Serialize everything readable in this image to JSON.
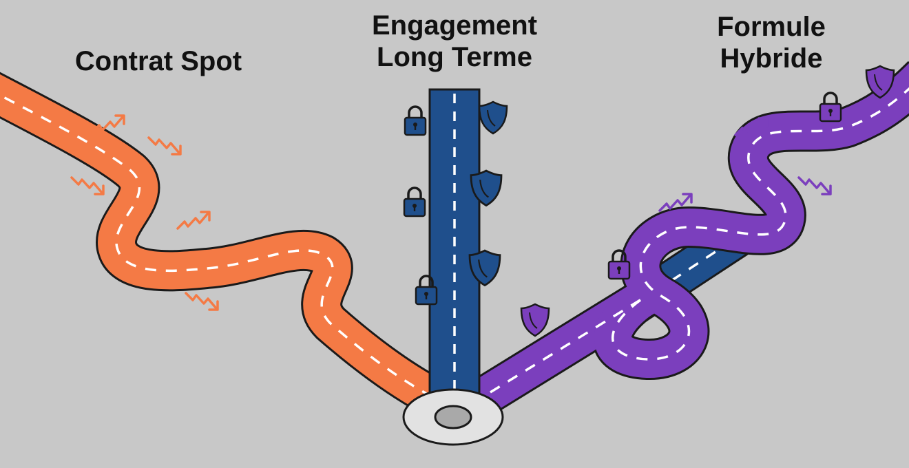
{
  "labels": {
    "spot": "Contrat Spot",
    "long_term_line1": "Engagement",
    "long_term_line2": "Long Terme",
    "hybrid_line1": "Formule",
    "hybrid_line2": "Hybride"
  },
  "colors": {
    "background": "#c8c8c8",
    "spot_road": "#f47a45",
    "long_term_road": "#1f4f8c",
    "hybrid_road": "#7b3fbd",
    "lane_marking": "#ffffff",
    "outline": "#1a1a1a",
    "hub": "#e2e2e2"
  },
  "icons": {
    "spot_road": [
      "arrow-up-icon",
      "arrow-down-icon",
      "arrow-down-icon",
      "arrow-up-icon",
      "arrow-down-icon"
    ],
    "long_term_road": [
      "lock-icon",
      "shield-icon",
      "lock-icon",
      "shield-icon",
      "shield-icon",
      "lock-icon"
    ],
    "hybrid_road": [
      "shield-icon",
      "lock-icon",
      "lock-icon",
      "shield-icon",
      "arrow-up-icon",
      "arrow-down-icon",
      "arrow-up-icon"
    ]
  }
}
